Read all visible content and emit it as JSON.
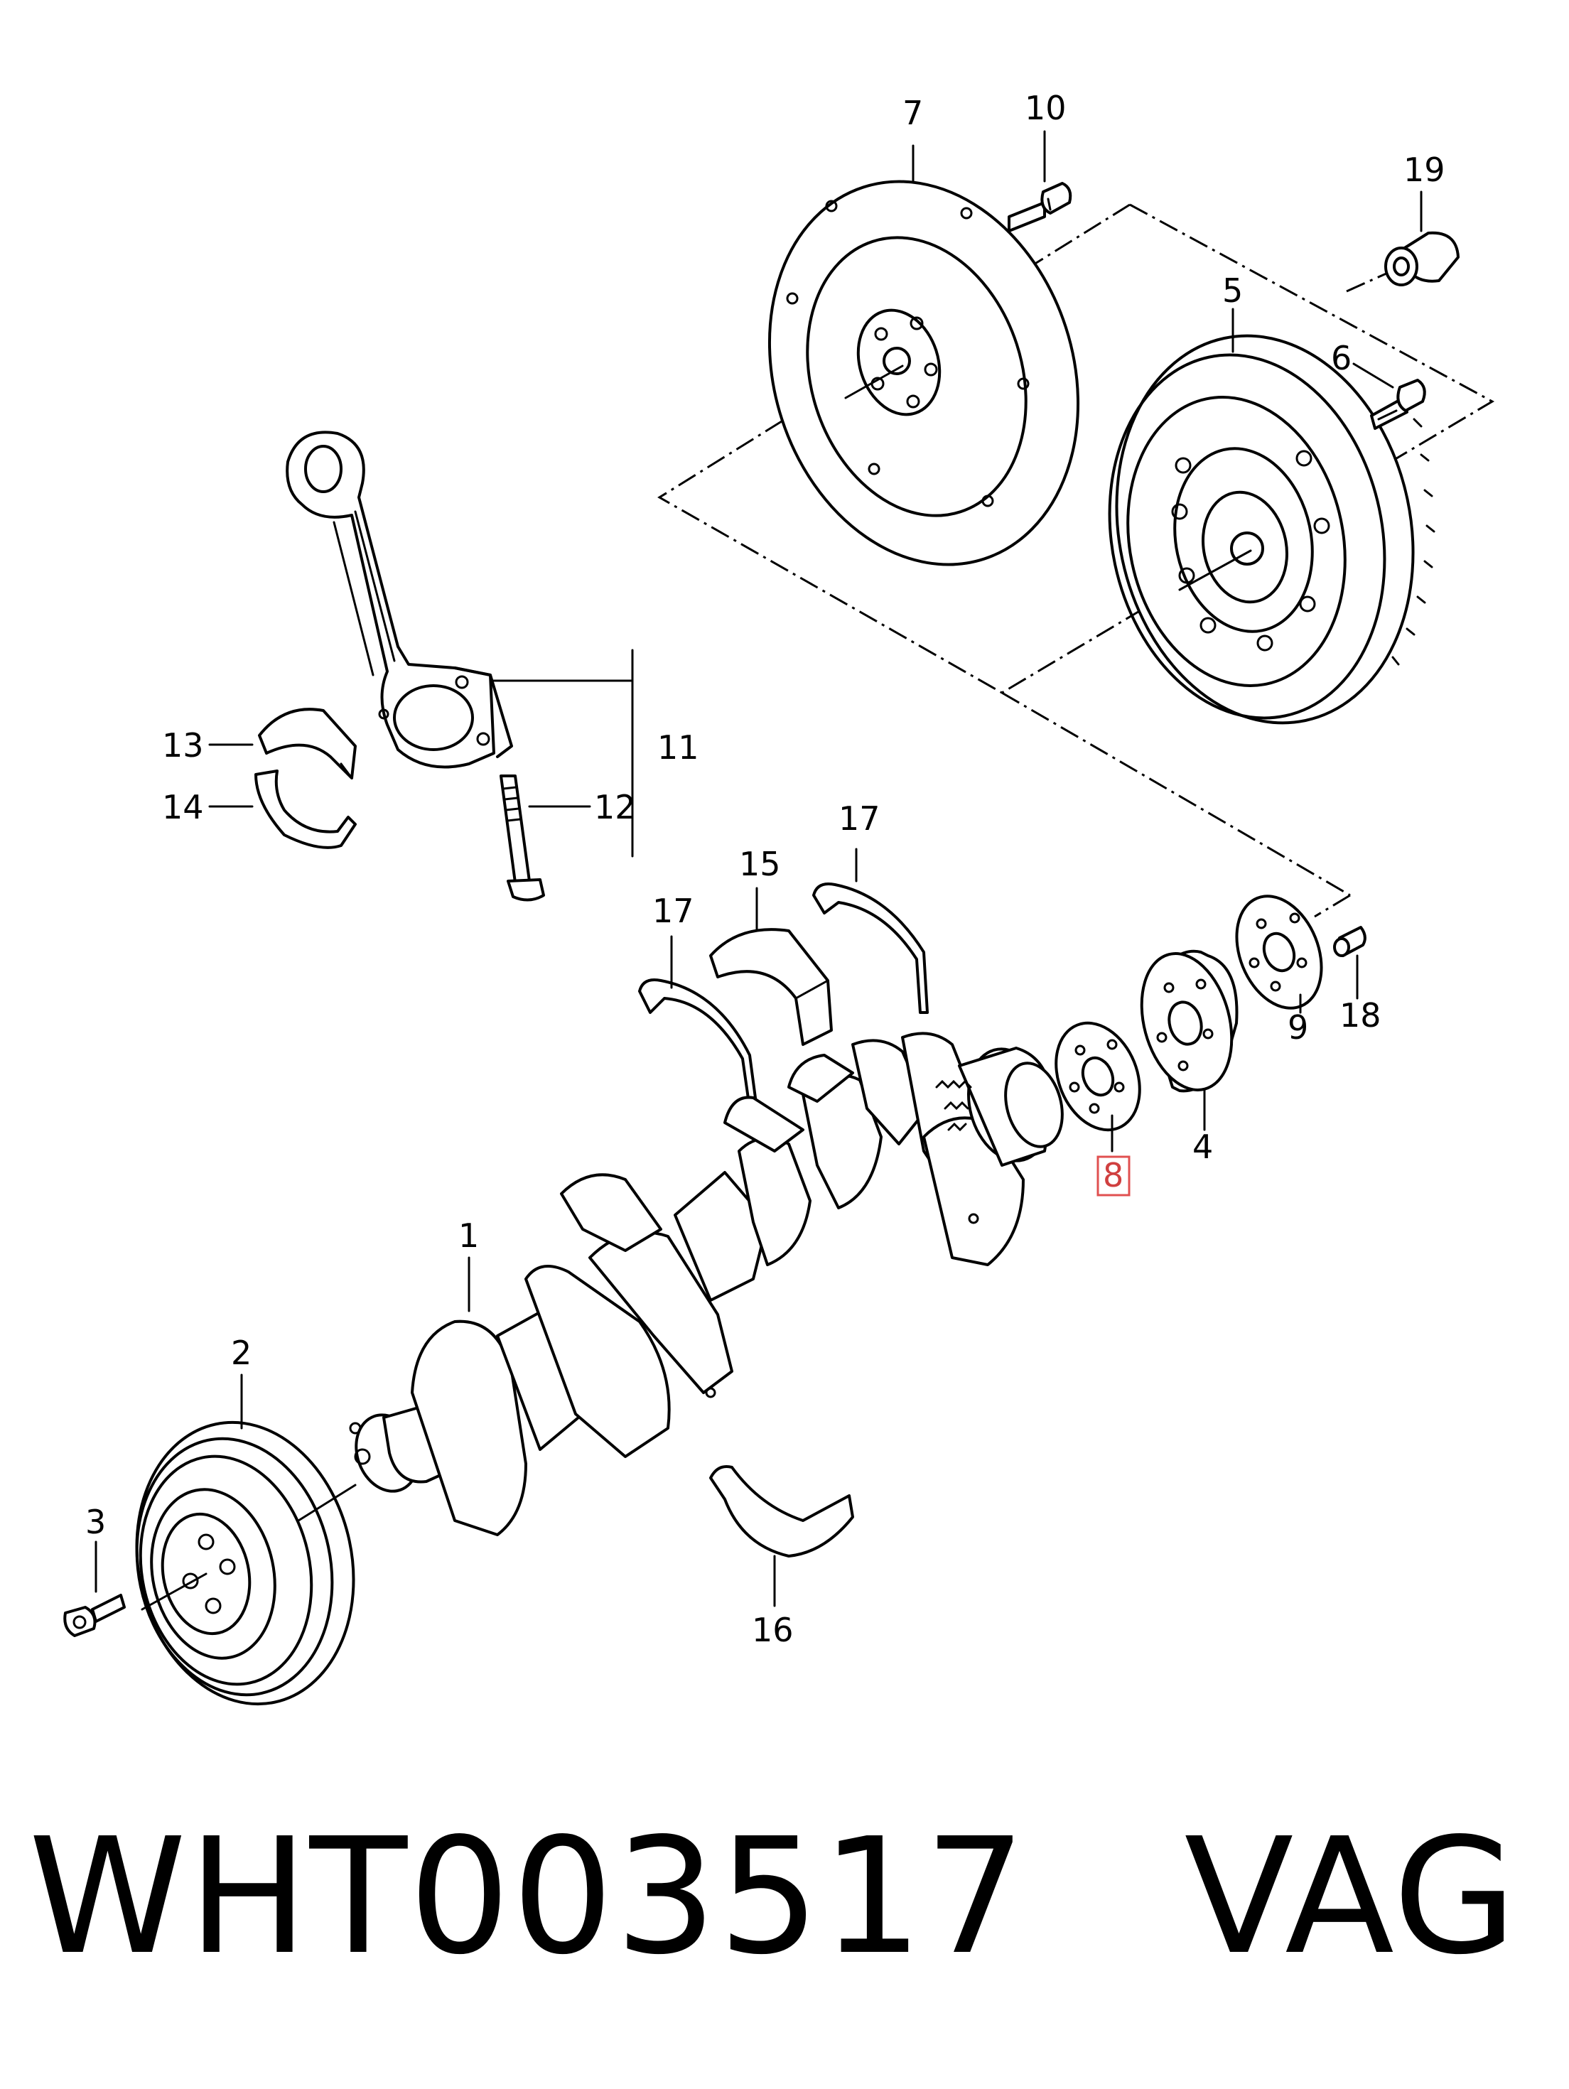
{
  "callouts": {
    "c1": "1",
    "c2": "2",
    "c3": "3",
    "c4": "4",
    "c5": "5",
    "c6": "6",
    "c7": "7",
    "c8": "8",
    "c9": "9",
    "c10": "10",
    "c11": "11",
    "c12": "12",
    "c13": "13",
    "c14": "14",
    "c15": "15",
    "c16": "16",
    "c17a": "17",
    "c17b": "17",
    "c18": "18",
    "c19": "19"
  },
  "highlighted_callout": "8",
  "footer": {
    "part_number": "WHT003517",
    "brand": "VAG",
    "text": "WHT003517   VAG"
  },
  "colors": {
    "line": "#000000",
    "highlight": "#e05050",
    "background": "#ffffff"
  }
}
